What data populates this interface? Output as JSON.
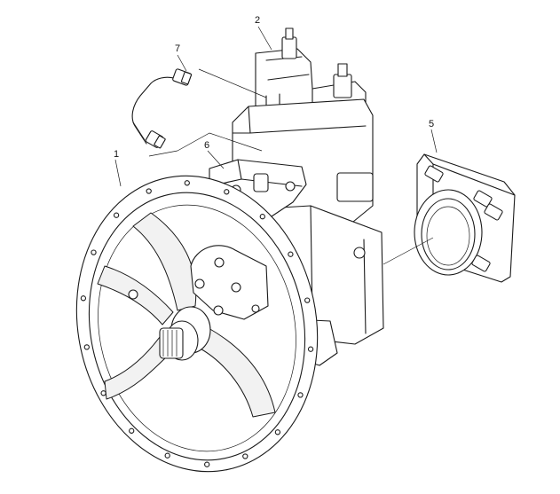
{
  "callouts": [
    {
      "id": "1",
      "label": "1",
      "part": "bell-housing"
    },
    {
      "id": "2",
      "label": "2",
      "part": "control-valve"
    },
    {
      "id": "5",
      "label": "5",
      "part": "mounting-flange"
    },
    {
      "id": "6",
      "label": "6",
      "part": "regulator-block"
    },
    {
      "id": "7",
      "label": "7",
      "part": "hydraulic-line"
    }
  ]
}
